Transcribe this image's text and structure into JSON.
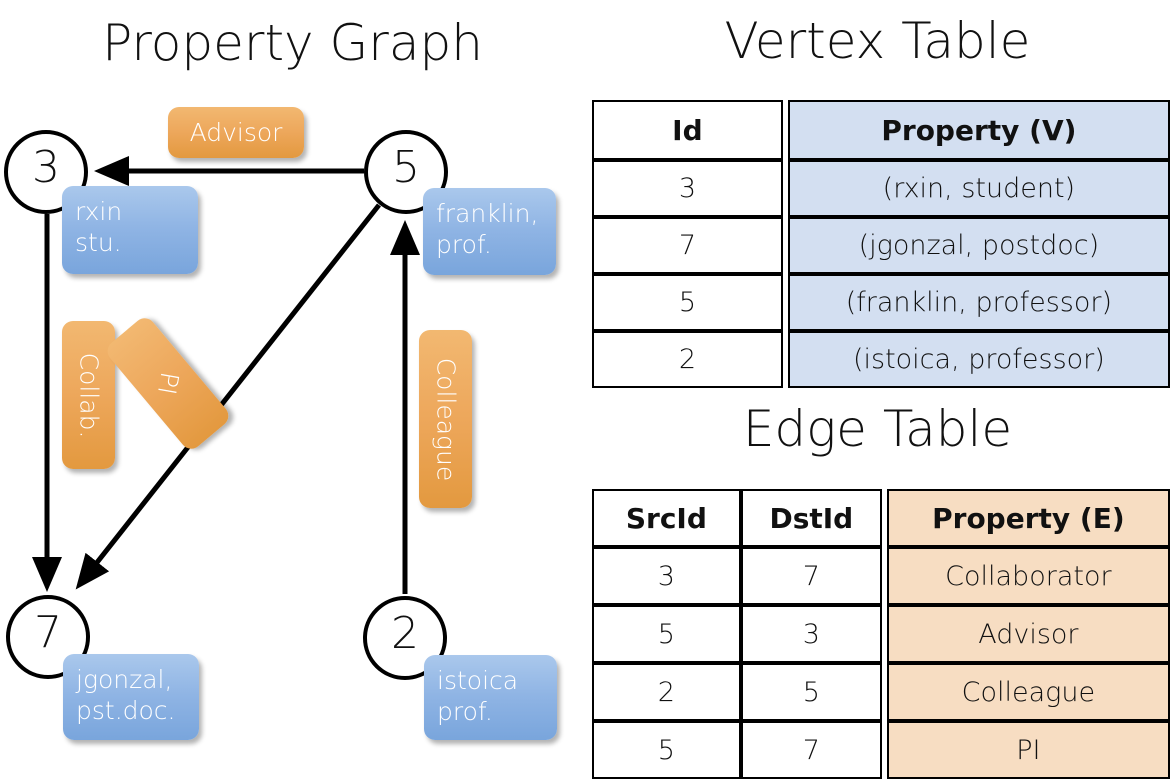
{
  "titles": {
    "property_graph": "Property Graph",
    "vertex_table": "Vertex Table",
    "edge_table": "Edge Table"
  },
  "graph": {
    "nodes": [
      {
        "id": "3",
        "name": "rxin",
        "role": "stu.",
        "label_text": "rxin\nstu."
      },
      {
        "id": "5",
        "name": "franklin",
        "role": "prof.",
        "label_text": "franklin,\nprof."
      },
      {
        "id": "7",
        "name": "jgonzal",
        "role": "pst.doc.",
        "label_text": "jgonzal,\npst.doc."
      },
      {
        "id": "2",
        "name": "istoica",
        "role": "prof.",
        "label_text": "istoica\nprof."
      }
    ],
    "edge_labels": [
      {
        "key": "advisor",
        "text": "Advisor"
      },
      {
        "key": "collab",
        "text": "Collab."
      },
      {
        "key": "pi",
        "text": "PI"
      },
      {
        "key": "colleague",
        "text": "Colleague"
      }
    ],
    "edges": [
      {
        "from": "5",
        "to": "3",
        "label": "Advisor"
      },
      {
        "from": "3",
        "to": "7",
        "label": "Collab."
      },
      {
        "from": "5",
        "to": "7",
        "label": "PI"
      },
      {
        "from": "2",
        "to": "5",
        "label": "Colleague"
      }
    ]
  },
  "vertex_table": {
    "headers": [
      "Id",
      "Property (V)"
    ],
    "rows": [
      {
        "id": "3",
        "property": "(rxin, student)"
      },
      {
        "id": "7",
        "property": "(jgonzal, postdoc)"
      },
      {
        "id": "5",
        "property": "(franklin, professor)"
      },
      {
        "id": "2",
        "property": "(istoica, professor)"
      }
    ]
  },
  "edge_table": {
    "headers": [
      "SrcId",
      "DstId",
      "Property (E)"
    ],
    "rows": [
      {
        "src": "3",
        "dst": "7",
        "property": "Collaborator"
      },
      {
        "src": "5",
        "dst": "3",
        "property": "Advisor"
      },
      {
        "src": "2",
        "dst": "5",
        "property": "Colleague"
      },
      {
        "src": "5",
        "dst": "7",
        "property": "PI"
      }
    ]
  },
  "colors": {
    "vertex_property_fill": "#d3dff1",
    "edge_property_fill": "#f7ddc2",
    "node_callout_blue": "#8fb4e4",
    "edge_callout_orange": "#eda75b",
    "stroke": "#000000",
    "background": "#ffffff"
  }
}
